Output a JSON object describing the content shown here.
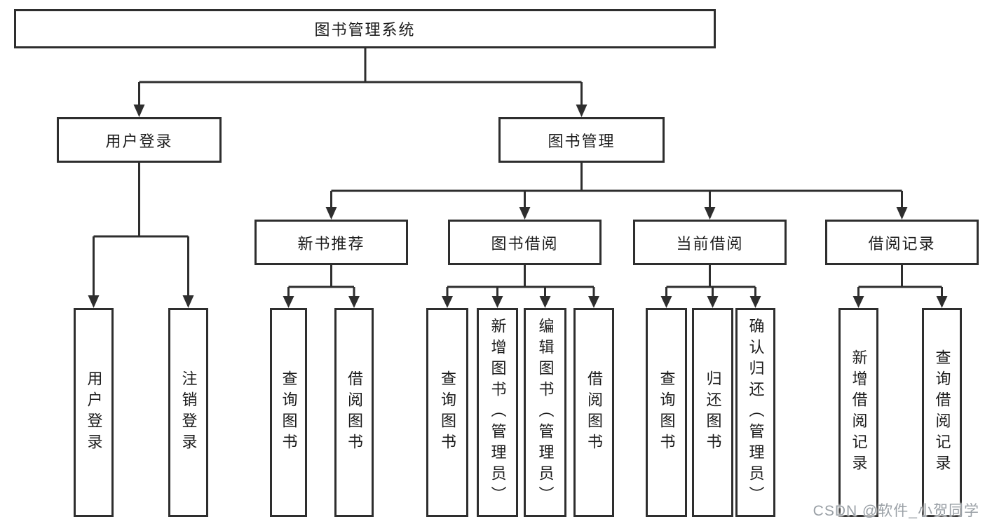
{
  "tree": {
    "label": "图书管理系统",
    "children": [
      {
        "label": "用户登录",
        "children": [
          {
            "label": "用户登录"
          },
          {
            "label": "注销登录"
          }
        ]
      },
      {
        "label": "图书管理",
        "children": [
          {
            "label": "新书推荐",
            "children": [
              {
                "label": "查询图书"
              },
              {
                "label": "借阅图书"
              }
            ]
          },
          {
            "label": "图书借阅",
            "children": [
              {
                "label": "查询图书"
              },
              {
                "label": "新增图书（管理员）"
              },
              {
                "label": "编辑图书（管理员）"
              },
              {
                "label": "借阅图书"
              }
            ]
          },
          {
            "label": "当前借阅",
            "children": [
              {
                "label": "查询图书"
              },
              {
                "label": "归还图书"
              },
              {
                "label": "确认归还（管理员）"
              }
            ]
          },
          {
            "label": "借阅记录",
            "children": [
              {
                "label": "新增借阅记录"
              },
              {
                "label": "查询借阅记录"
              }
            ]
          }
        ]
      }
    ]
  },
  "watermark": {
    "text": "CSDN @软件_小贺同学"
  },
  "colors": {
    "line": "#2e2e2e",
    "box_border": "#2e2e2e",
    "text": "#1c1c1c",
    "background": "#ffffff",
    "watermark": "#9aa0a6"
  }
}
